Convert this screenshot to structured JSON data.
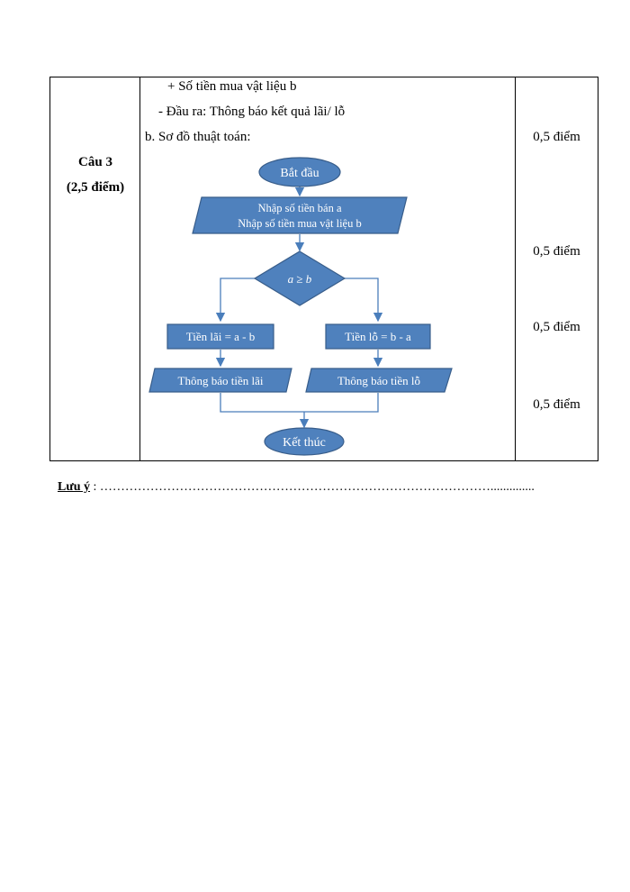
{
  "row": {
    "question": "Câu 3",
    "points": "(2,5 điểm)",
    "lines": [
      "+ Số tiền mua vật liệu b",
      "- Đầu ra: Thông báo kết quả lãi/ lỗ",
      "b. Sơ đồ thuật toán:"
    ],
    "scores": [
      "0,5 điểm",
      "0,5 điểm",
      "0,5 điểm",
      "0,5 điểm"
    ]
  },
  "flowchart": {
    "start": "Bắt đầu",
    "input_line1": "Nhập số tiền bán a",
    "input_line2": "Nhập số tiền mua vật liệu b",
    "condition": "a ≥ b",
    "profit_calc": "Tiền lãi = a - b",
    "loss_calc": "Tiền lỗ = b - a",
    "profit_output": "Thông báo tiền lãi",
    "loss_output": "Thông báo tiền lỗ",
    "end": "Kết thúc",
    "colors": {
      "fill": "#4f81bd",
      "stroke": "#385d8a",
      "arrow": "#4a7ebb"
    }
  },
  "note": {
    "label": "Lưu ý",
    "text": " : ………………………………………………………………………………….............."
  }
}
